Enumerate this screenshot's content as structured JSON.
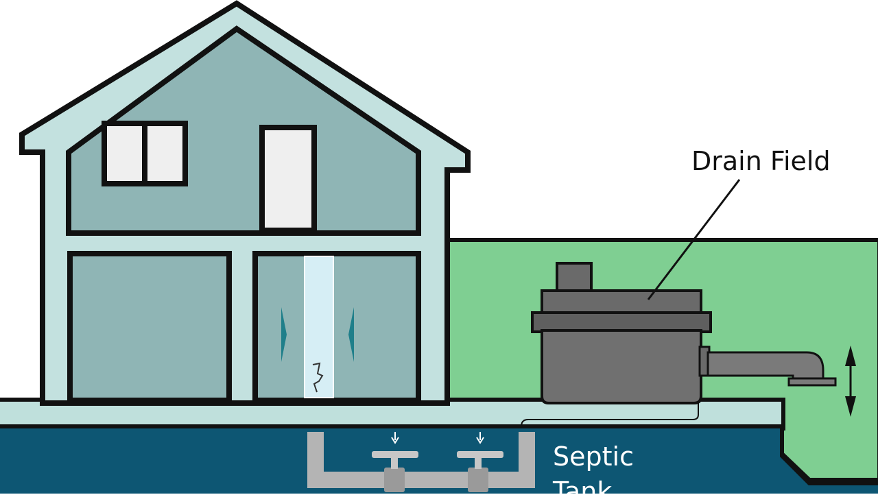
{
  "labels": {
    "drain_field": "Drain Field",
    "septic_line1": "Septic",
    "septic_line2": "Tank"
  },
  "colors": {
    "background": "#ffffff",
    "outline": "#111111",
    "house_trim": "#c3e1df",
    "house_wall": "#8fb5b5",
    "window_glass": "#efefef",
    "door_strip": "#d6eef5",
    "door_fin": "#1f7f8a",
    "lawn": "#7fcf92",
    "ground_band": "#bfe0dc",
    "underground": "#0d5673",
    "unit_body": "#6f6f6f",
    "unit_top": "#5f5f5f",
    "pipe": "#b4b4b4",
    "tank_text": "#ffffff",
    "label_text": "#111111"
  }
}
